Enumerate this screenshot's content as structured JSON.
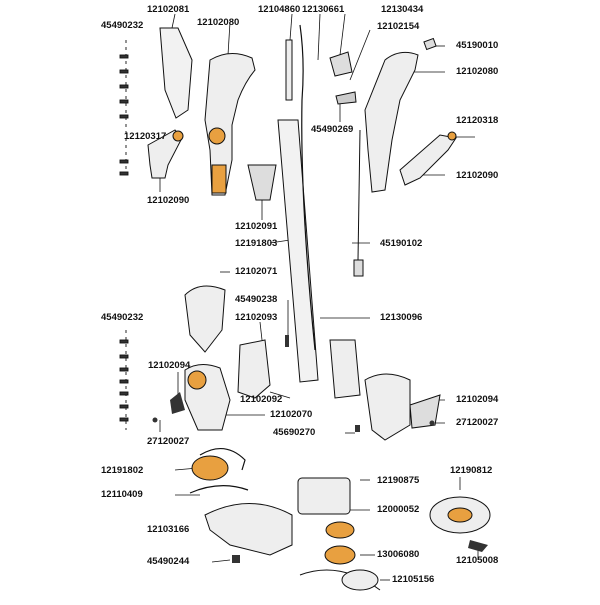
{
  "diagram": {
    "part_labels": [
      "12102081",
      "12102080",
      "12104860",
      "12130661",
      "12130434",
      "45490232",
      "12102154",
      "45190010",
      "12102080",
      "45490269",
      "12120317",
      "12120318",
      "12102090",
      "12102090",
      "12102091",
      "12191803",
      "45190102",
      "12102071",
      "45490238",
      "12102093",
      "12130096",
      "45490232",
      "12102094",
      "12102092",
      "12102094",
      "12102070",
      "27120027",
      "45690270",
      "27120027",
      "12191802",
      "12190812",
      "12190875",
      "12110409",
      "12000052",
      "12103166",
      "13006080",
      "45490244",
      "12105008",
      "12105156"
    ]
  },
  "colors": {
    "line": "#111111",
    "part_fill": "#f2f2f2",
    "part_dark": "#555555",
    "accent_orange": "#e8a040"
  }
}
